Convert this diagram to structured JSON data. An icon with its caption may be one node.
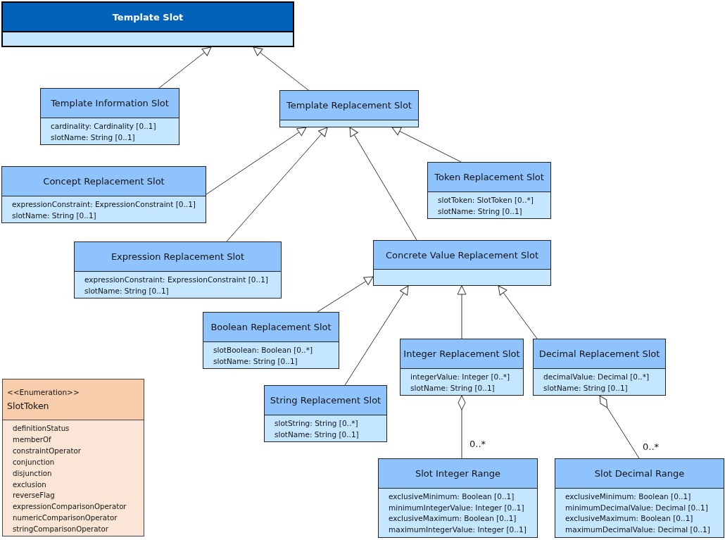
{
  "diagram": {
    "nodes": [
      {
        "text": [
          "Template Slot"
        ]
      },
      {
        "text": [
          "Template Information Slot",
          "cardinality: Cardinality [0..1]",
          "slotName: String [0..1]"
        ]
      },
      {
        "text": [
          "Template Replacement Slot"
        ]
      },
      {
        "text": [
          "Concept Replacement Slot",
          "expressionConstraint: ExpressionConstraint [0..1]",
          "slotName: String [0..1]"
        ]
      },
      {
        "text": [
          "Token Replacement Slot",
          "slotToken: SlotToken [0..*]",
          "slotName: String [0..1]"
        ]
      },
      {
        "text": [
          "Expression Replacement Slot",
          "expressionConstraint: ExpressionConstraint [0..1]",
          "slotName: String [0..1]"
        ]
      },
      {
        "text": [
          "Concrete Value Replacement Slot"
        ]
      },
      {
        "text": [
          "Boolean Replacement Slot",
          "slotBoolean: Boolean [0..*]",
          "slotName: String [0..1]"
        ]
      },
      {
        "text": [
          "Integer Replacement Slot",
          "integerValue: Integer [0..*]",
          "slotName: String [0..1]"
        ]
      },
      {
        "text": [
          "Decimal Replacement Slot",
          "decimalValue: Decimal [0..*]",
          "slotName: String [0..1]"
        ]
      },
      {
        "text": [
          "String Replacement Slot",
          "slotString: String [0..*]",
          "slotName: String [0..1]"
        ]
      },
      {
        "text": [
          "Slot Integer Range",
          "exclusiveMinimum: Boolean [0..1]",
          "minimumIntegerValue: Integer [0..1]",
          "exclusiveMaximum: Boolean [0..1]",
          "maximumIntegerValue: Integer [0..1]"
        ]
      },
      {
        "text": [
          "Slot Decimal Range",
          "exclusiveMinimum: Boolean [0..1]",
          "minimumDecimalValue: Decimal [0..1]",
          "exclusiveMaximum: Boolean [0..1]",
          "maximumDecimalValue: Decimal [0..1]"
        ]
      },
      {
        "text": [
          "<<Enumeration>>",
          "SlotToken",
          "definitionStatus",
          "memberOf",
          "constraintOperator",
          "conjunction",
          "disjunction",
          "exclusion",
          "reverseFlag",
          "expressionComparisonOperator",
          "numericComparisonOperator",
          "stringComparisonOperator"
        ]
      }
    ],
    "edges": [
      {
        "from": 1,
        "to": 0,
        "arrow": "to"
      },
      {
        "from": 2,
        "to": 0,
        "arrow": "to"
      },
      {
        "from": 3,
        "to": 2,
        "arrow": "to"
      },
      {
        "from": 5,
        "to": 2,
        "arrow": "to"
      },
      {
        "from": 6,
        "to": 2,
        "arrow": "to"
      },
      {
        "from": 4,
        "to": 2,
        "arrow": "to"
      },
      {
        "from": 7,
        "to": 6,
        "arrow": "to"
      },
      {
        "from": 10,
        "to": 6,
        "arrow": "to"
      },
      {
        "from": 8,
        "to": 6,
        "arrow": "to"
      },
      {
        "from": 9,
        "to": 6,
        "arrow": "to"
      },
      {
        "from": 8,
        "to": 11,
        "arrow": "other",
        "label": "0..*"
      },
      {
        "from": 9,
        "to": 12,
        "arrow": "other",
        "label": "0..*"
      }
    ]
  }
}
